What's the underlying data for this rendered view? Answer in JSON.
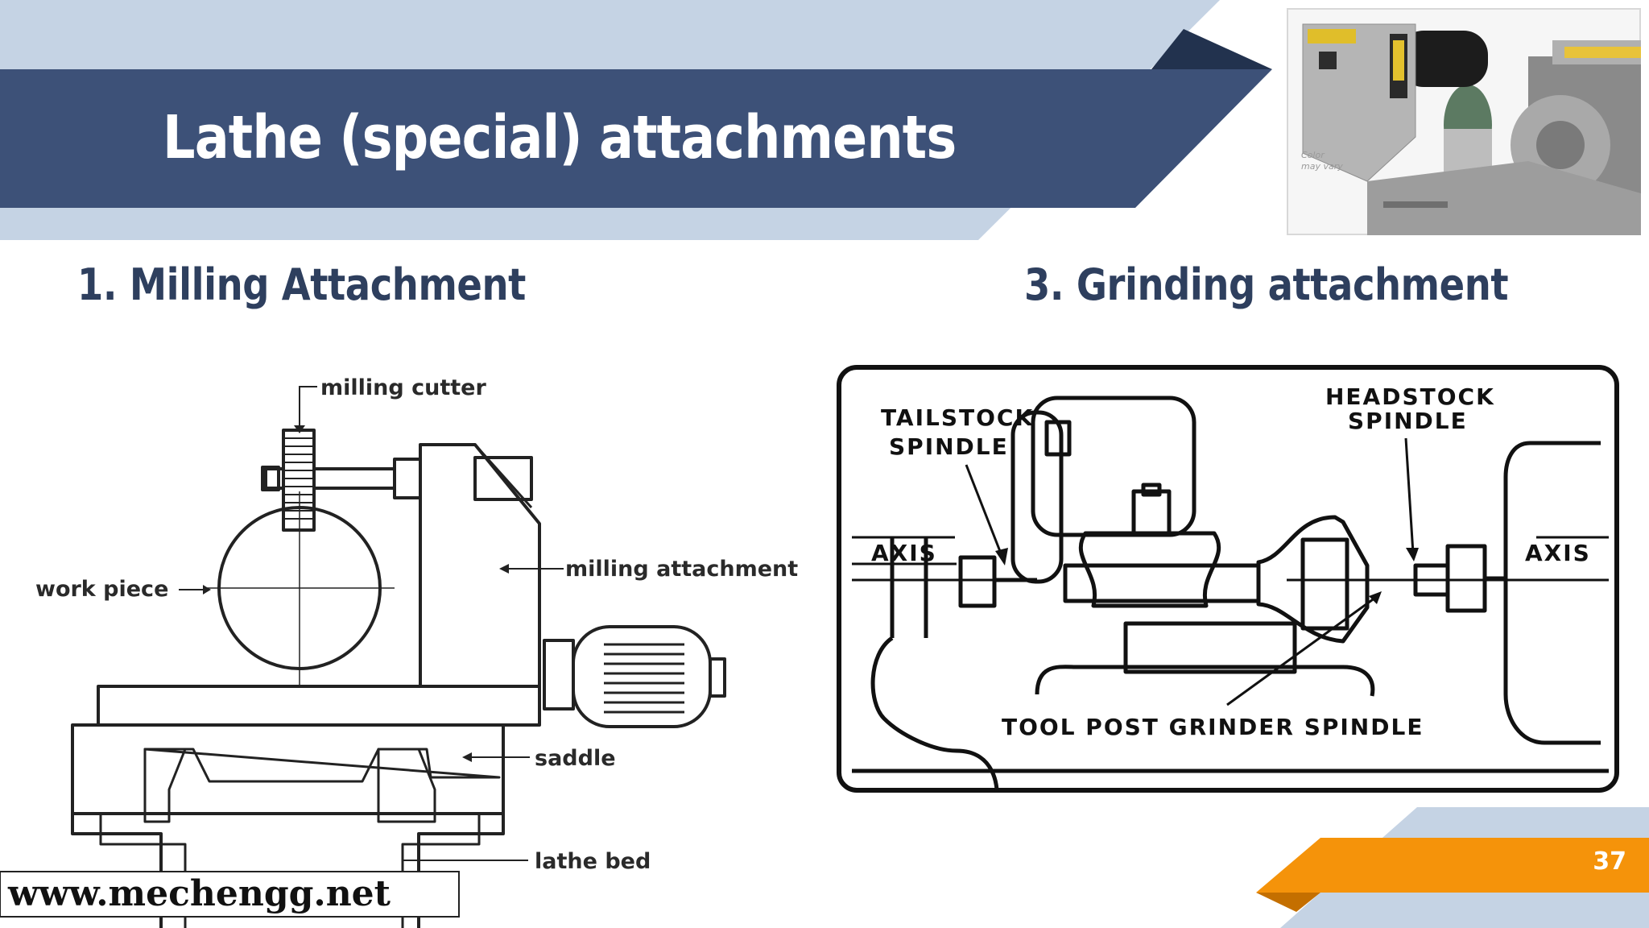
{
  "slide": {
    "title": "Lathe (special) attachments",
    "page_number": "37"
  },
  "photo": {
    "caption_line1": "Color",
    "caption_line2": "may vary"
  },
  "milling_section": {
    "heading": "1. Milling Attachment",
    "labels": {
      "cutter": "milling cutter",
      "workpiece": "work piece",
      "attachment": "milling attachment",
      "saddle": "saddle",
      "bed": "lathe bed"
    },
    "watermark": "www.mechengg.net"
  },
  "grinding_section": {
    "heading": "3. Grinding attachment",
    "labels": {
      "tailstock_line1": "TAILSTOCK",
      "tailstock_line2": "SPINDLE",
      "headstock_line1": "HEADSTOCK",
      "headstock_line2": "SPINDLE",
      "axis_left": "AXIS",
      "axis_right": "AXIS",
      "tool_post": "TOOL POST GRINDER SPINDLE"
    }
  },
  "colors": {
    "banner_dark": "#3d5178",
    "banner_light": "#c5d3e4",
    "heading_text": "#2e3f5e",
    "accent_orange": "#f5930a"
  }
}
